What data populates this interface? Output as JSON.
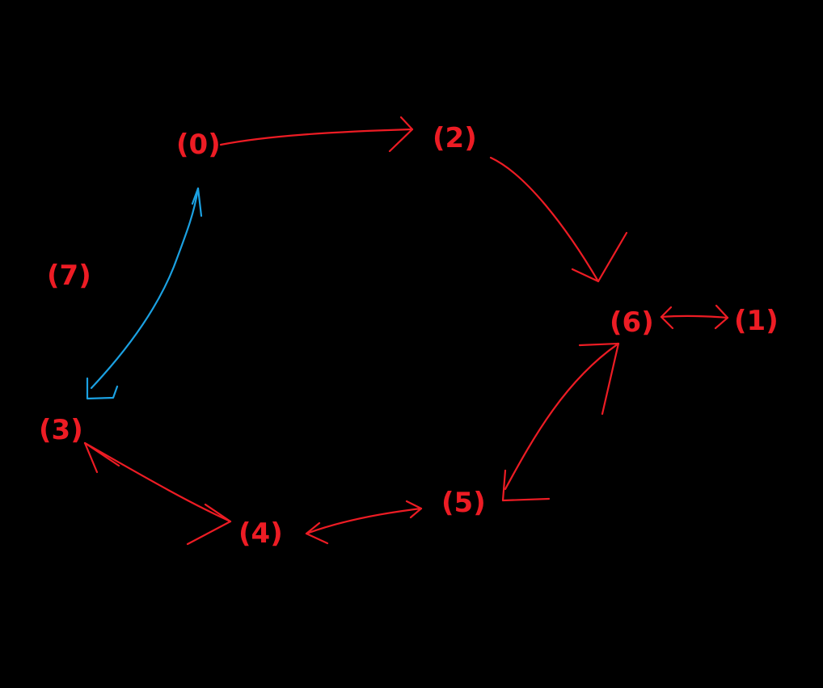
{
  "colors": {
    "background": "#000000",
    "node": "#ed1c24",
    "edge_red": "#ed1c24",
    "edge_blue": "#1ba1e2"
  },
  "nodes": [
    {
      "id": "n0",
      "label": "(0)"
    },
    {
      "id": "n1",
      "label": "(1)"
    },
    {
      "id": "n2",
      "label": "(2)"
    },
    {
      "id": "n3",
      "label": "(3)"
    },
    {
      "id": "n4",
      "label": "(4)"
    },
    {
      "id": "n5",
      "label": "(5)"
    },
    {
      "id": "n6",
      "label": "(6)"
    },
    {
      "id": "n7",
      "label": "(7)"
    }
  ],
  "edges": [
    {
      "from": "(0)",
      "to": "(2)",
      "direction": "forward",
      "color": "red"
    },
    {
      "from": "(2)",
      "to": "(6)",
      "direction": "forward",
      "color": "red"
    },
    {
      "from": "(6)",
      "to": "(1)",
      "direction": "both",
      "color": "red"
    },
    {
      "from": "(5)",
      "to": "(6)",
      "direction": "both",
      "color": "red"
    },
    {
      "from": "(4)",
      "to": "(5)",
      "direction": "both",
      "color": "red"
    },
    {
      "from": "(4)",
      "to": "(3)",
      "direction": "both",
      "color": "red"
    },
    {
      "from": "(3)",
      "to": "(0)",
      "direction": "both",
      "color": "blue"
    }
  ]
}
